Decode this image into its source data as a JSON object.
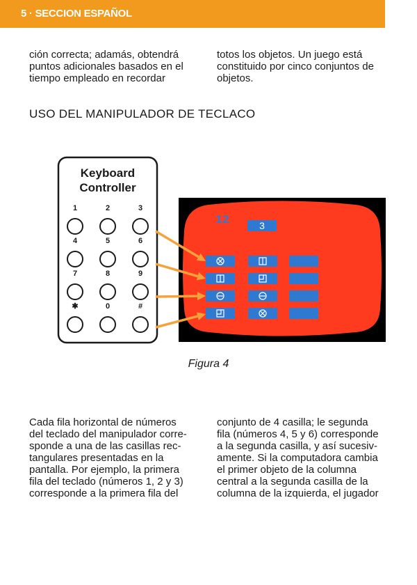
{
  "header": {
    "text": "5 · SECCION ESPAÑOL",
    "color": "#f29a1d"
  },
  "top_text": {
    "left": "ción correcta; adamás, obtendrá\npuntos adicionales basados en el\ntiempo empleado en recordar",
    "right": "totos los objetos. Un juego está\nconstituido por cinco conjuntos de\nobjetos."
  },
  "section_heading": "USO DEL MANIPULADOR DE TECLACO",
  "figure": {
    "controller": {
      "title_line1": "Keyboard",
      "title_line2": "Controller",
      "key_labels": [
        "1",
        "2",
        "3",
        "4",
        "5",
        "6",
        "7",
        "8",
        "9",
        "✱",
        "0",
        "#"
      ]
    },
    "screen": {
      "score": "12",
      "round": "3",
      "screen_color": "#ff3b1f",
      "tile_color": "#2f7ad0",
      "arrow_color": "#f5a23a",
      "symbols": [
        "box-x-icon",
        "box-bar-icon",
        "",
        "box-bar-icon",
        "box-corner-icon",
        "",
        "box-minus-icon",
        "box-minus-icon",
        "",
        "box-corner-icon",
        "box-x-icon",
        ""
      ]
    },
    "caption": "Figura 4"
  },
  "bottom_text": {
    "left": "Cada fila horizontal de números\ndel teclado del manipulador corre-\nsponde a una de las casillas rec-\ntangulares presentadas en la\npantalla. Por ejemplo, la primera\nfila del teclado (números 1, 2 y 3)\ncorresponde a la primera fila del",
    "right": "conjunto de 4 casilla; le segunda\nfila (números 4, 5 y 6) corresponde\na la segunda casilla, y así sucesiv-\namente. Si la computadora cambia\nel primer objeto de la columna\ncentral a la segunda casilla de la\ncolumna de la izquierda, el jugador"
  }
}
